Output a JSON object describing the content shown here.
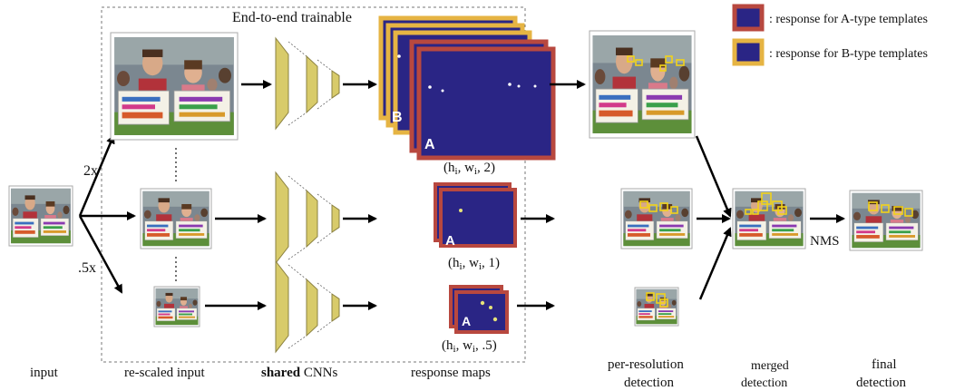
{
  "trainable_label": "End-to-end trainable",
  "legend": {
    "a_text": ": response for A-type templates",
    "b_text": ": response for B-type templates",
    "a_color": "#b8483f",
    "b_color": "#e6b443",
    "map_color": "#2a2585"
  },
  "scale_labels": {
    "up": "2x",
    "down": ".5x"
  },
  "map_letters": {
    "a": "A",
    "b": "B"
  },
  "dims": {
    "large": "(hi, wi, 2)",
    "medium": "(hi, wi, 1)",
    "small": "(hi, wi, .5)"
  },
  "nms_label": "NMS",
  "bottom_labels": {
    "input": "input",
    "rescaled": "re-scaled input",
    "cnn_bold": "shared",
    "cnn_rest": " CNNs",
    "response": "response maps",
    "per_res_1": "per-resolution",
    "per_res_2": "detection",
    "merged_1": "merged",
    "merged_2": "detection",
    "final_1": "final",
    "final_2": "detection"
  },
  "colors": {
    "cnn_fill": "#d8cb6a",
    "cnn_stroke": "#8a8040",
    "detect_box": "#f2d21a",
    "photo_sky": "#7a8a8c",
    "photo_grass": "#5d8f3a"
  }
}
